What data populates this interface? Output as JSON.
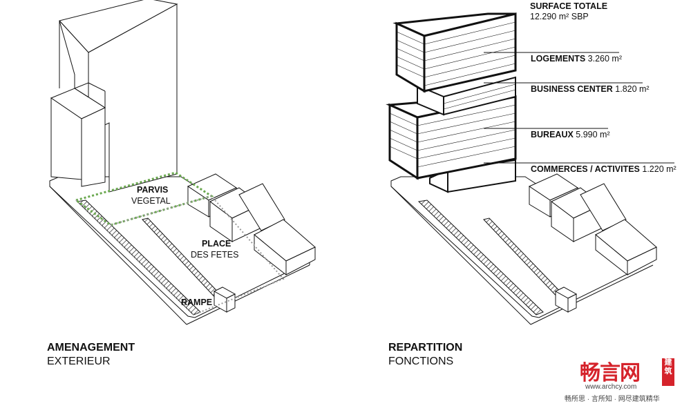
{
  "left_panel": {
    "labels": {
      "parvis_line1": "PARVIS",
      "parvis_line2": "VEGETAL",
      "place_line1": "PLACE",
      "place_line2": "DES FETES",
      "rampe": "RAMPE"
    },
    "caption": {
      "title": "AMENAGEMENT",
      "subtitle": "EXTERIEUR"
    }
  },
  "right_panel": {
    "total": {
      "title": "SURFACE TOTALE",
      "value": "12.290 m² SBP"
    },
    "functions": [
      {
        "name": "LOGEMENTS",
        "area": "3.260 m²"
      },
      {
        "name": "BUSINESS CENTER",
        "area": "1.820 m²"
      },
      {
        "name": "BUREAUX",
        "area": "5.990 m²"
      },
      {
        "name": "COMMERCES / ACTIVITES",
        "area": "1.220 m²"
      }
    ],
    "caption": {
      "title": "REPARTITION",
      "subtitle": "FONCTIONS"
    }
  },
  "watermark": {
    "brand": "畅言网",
    "badge": "建筑",
    "url": "www.archcy.com",
    "slogan": "畅所思 · 言所知 · 网尽建筑精华",
    "color": "#d5232b"
  },
  "colors": {
    "green_dots": "#6aa84f",
    "line": "#111111"
  }
}
